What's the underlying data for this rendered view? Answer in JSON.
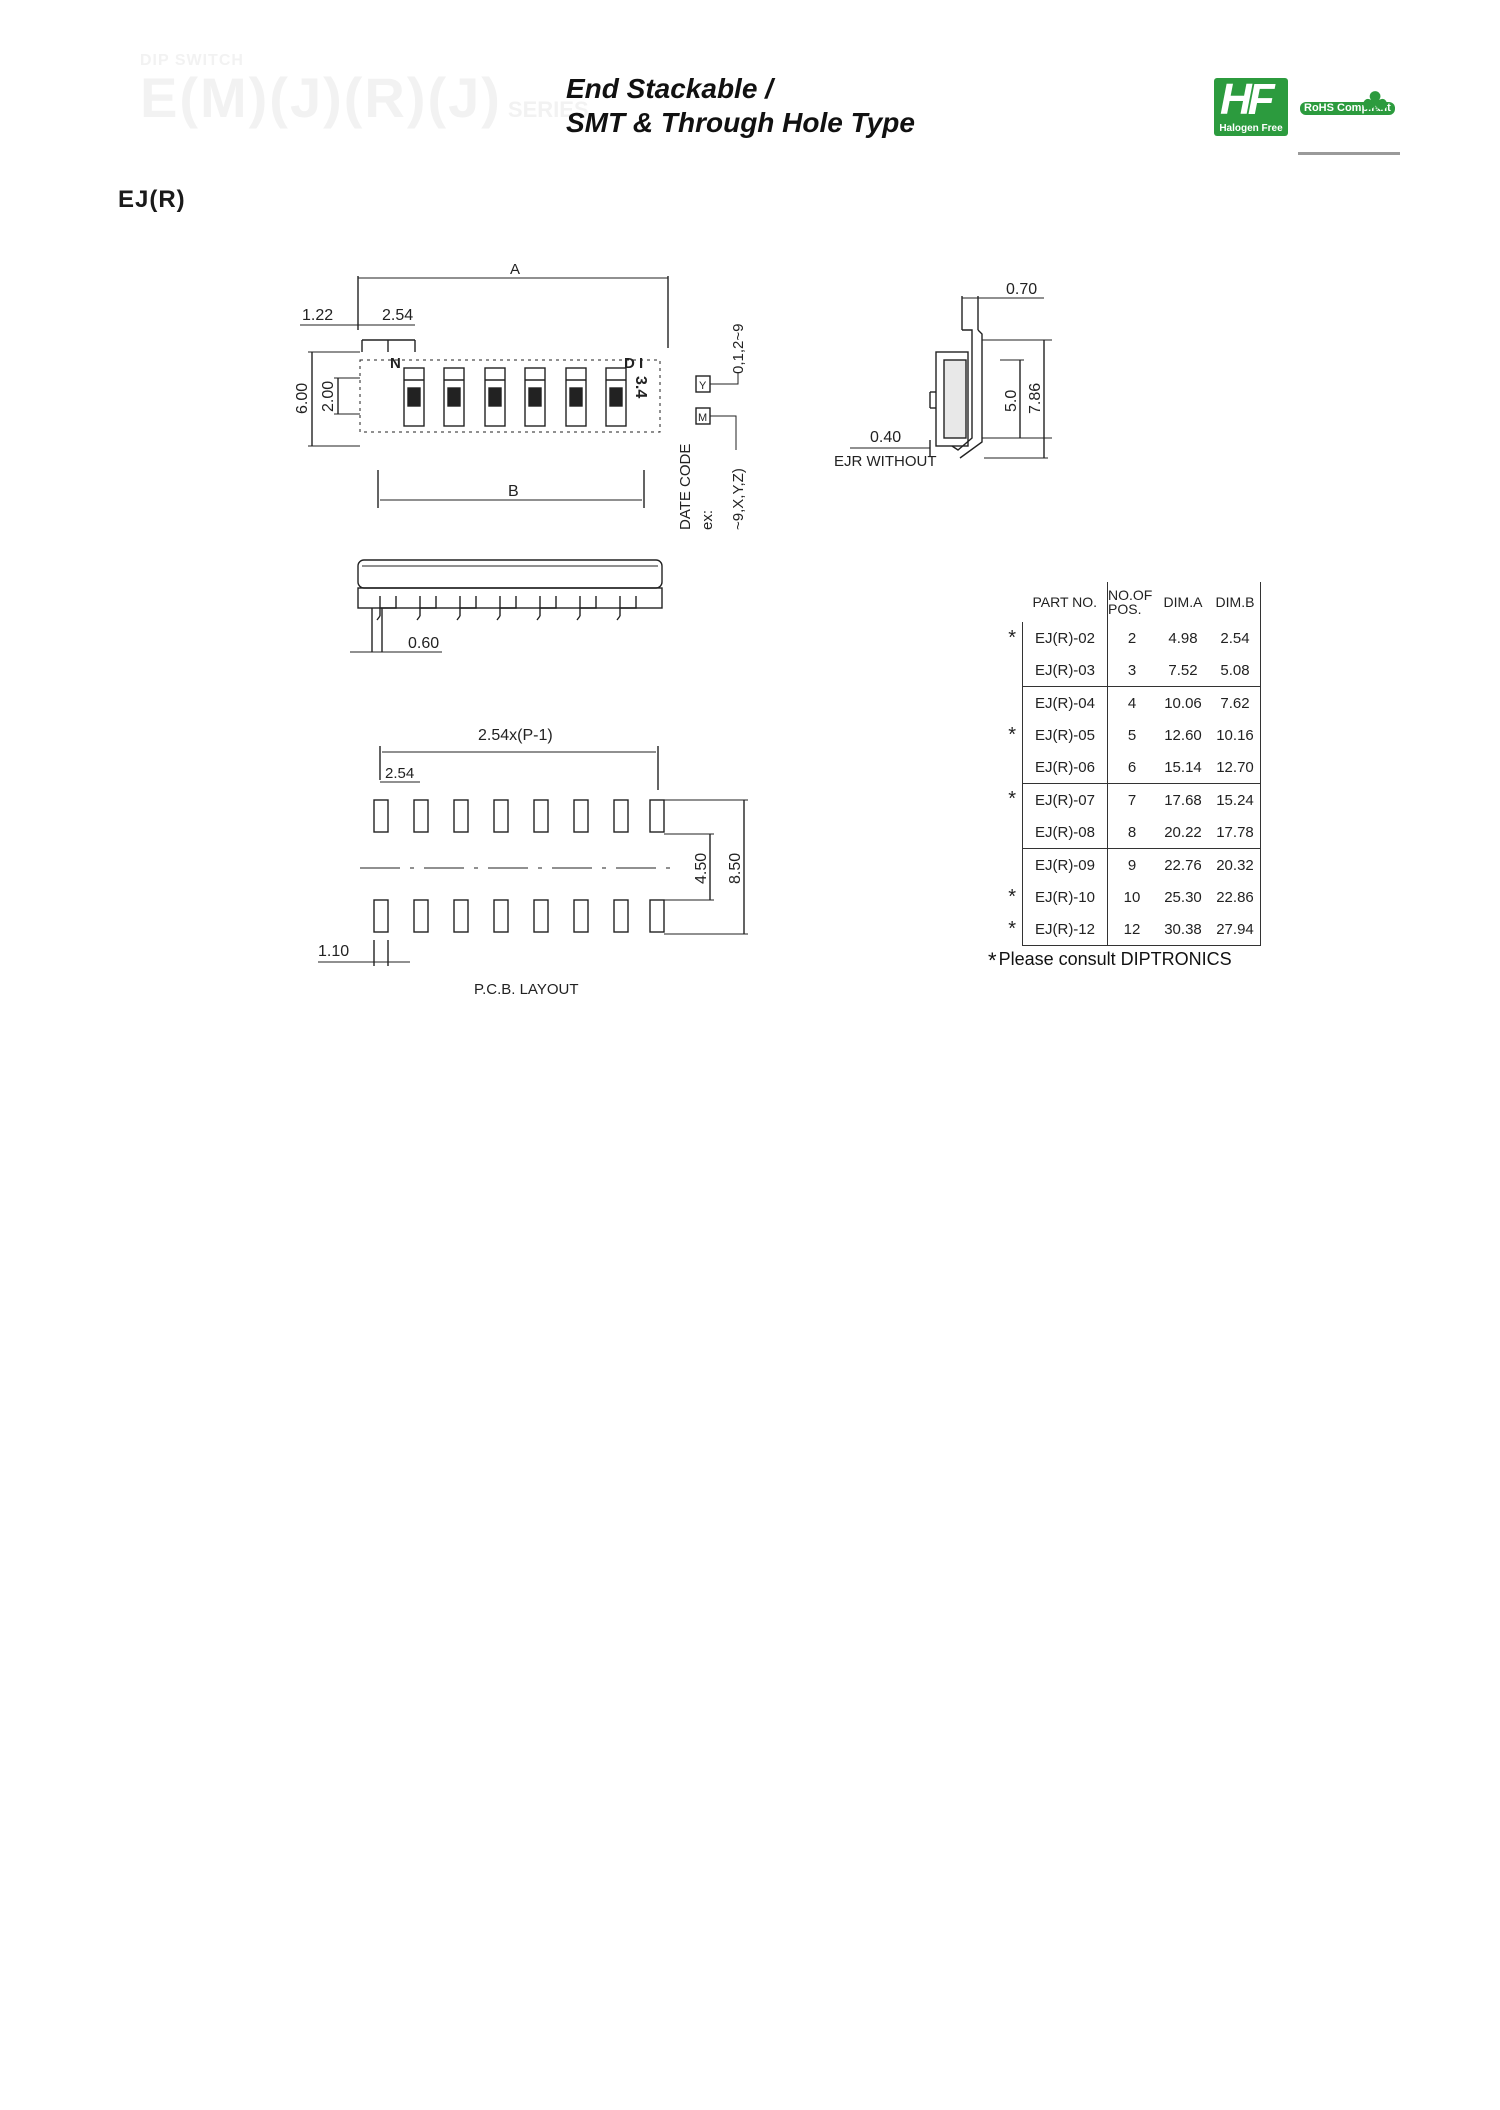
{
  "header": {
    "watermark_small": "DIP SWITCH",
    "watermark_big": "E(M)(J)(R)(J)",
    "watermark_series": "SERIES",
    "title_line1": "End Stackable /",
    "title_line2": "SMT & Through Hole Type",
    "hf_letters": "HF",
    "hf_text": "Halogen Free",
    "rohs_text": "RoHS Compliant",
    "rohs_icon": "clover-icon"
  },
  "section_label": "EJ(R)",
  "drawing_labels": {
    "dim_a": "A",
    "dim_b": "B",
    "d_122": "1.22",
    "d_254_top": "2.54",
    "label_n": "N",
    "label_di": "D I",
    "d_600": "6.00",
    "d_200": "2.00",
    "d_34": "3.4",
    "code_digits": "0,1,2~9",
    "code_letters": "~9,X,Y,Z)",
    "date_code": "DATE CODE",
    "date_example": "ex:",
    "box_y": "Y",
    "box_m": "M",
    "d_070": "0.70",
    "d_50": "5.0",
    "d_786": "7.86",
    "d_040": "0.40",
    "ejr_without": "EJR WITHOUT",
    "d_060": "0.60",
    "pcb_pitch": "2.54x(P-1)",
    "pcb_254": "2.54",
    "pcb_450": "4.50",
    "pcb_850": "8.50",
    "pcb_110": "1.10",
    "pcb_layout": "P.C.B. LAYOUT"
  },
  "table": {
    "headers": {
      "part": "PART NO.",
      "pos_line1": "NO.OF",
      "pos_line2": "POS.",
      "dim_a": "DIM.A",
      "dim_b": "DIM.B"
    },
    "rows": [
      {
        "star": "*",
        "part": "EJ(R)-02",
        "pos": "2",
        "a": "4.98",
        "b": "2.54"
      },
      {
        "star": "",
        "part": "EJ(R)-03",
        "pos": "3",
        "a": "7.52",
        "b": "5.08"
      },
      {
        "star": "",
        "part": "EJ(R)-04",
        "pos": "4",
        "a": "10.06",
        "b": "7.62"
      },
      {
        "star": "*",
        "part": "EJ(R)-05",
        "pos": "5",
        "a": "12.60",
        "b": "10.16"
      },
      {
        "star": "",
        "part": "EJ(R)-06",
        "pos": "6",
        "a": "15.14",
        "b": "12.70"
      },
      {
        "star": "*",
        "part": "EJ(R)-07",
        "pos": "7",
        "a": "17.68",
        "b": "15.24"
      },
      {
        "star": "",
        "part": "EJ(R)-08",
        "pos": "8",
        "a": "20.22",
        "b": "17.78"
      },
      {
        "star": "",
        "part": "EJ(R)-09",
        "pos": "9",
        "a": "22.76",
        "b": "20.32"
      },
      {
        "star": "*",
        "part": "EJ(R)-10",
        "pos": "10",
        "a": "25.30",
        "b": "22.86"
      },
      {
        "star": "*",
        "part": "EJ(R)-12",
        "pos": "12",
        "a": "30.38",
        "b": "27.94"
      }
    ],
    "footnote_star": "*",
    "footnote": "Please consult DIPTRONICS"
  }
}
